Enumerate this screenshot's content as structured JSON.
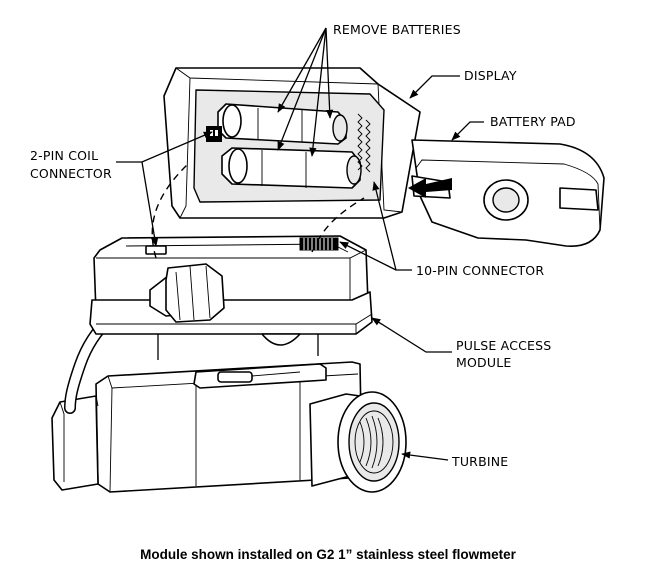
{
  "diagram": {
    "labels": {
      "remove_batteries": "REMOVE BATTERIES",
      "display": "DISPLAY",
      "battery_pad": "BATTERY PAD",
      "coil_connector_line1": "2-PIN COIL",
      "coil_connector_line2": "CONNECTOR",
      "ten_pin_connector": "10-PIN CONNECTOR",
      "pulse_access_line1": "PULSE ACCESS",
      "pulse_access_line2": "MODULE",
      "turbine": "TURBINE"
    },
    "caption": "Module shown installed on G2 1” stainless steel flowmeter",
    "colors": {
      "ink": "#000000",
      "background": "#ffffff",
      "shade": "#e9e9e9"
    }
  }
}
